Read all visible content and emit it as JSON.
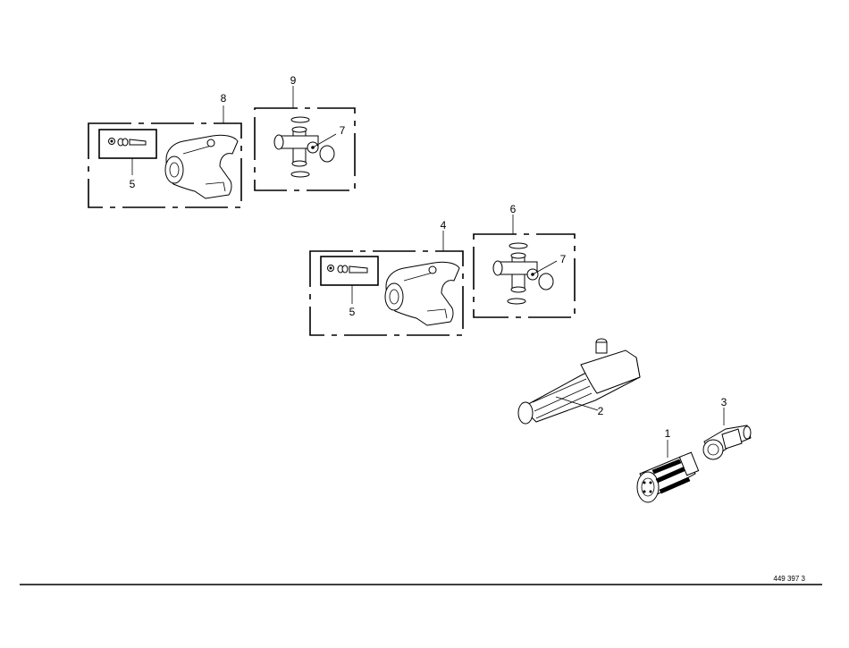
{
  "callouts": {
    "c1": "1",
    "c2": "2",
    "c3": "3",
    "c4": "4",
    "c5a": "5",
    "c5b": "5",
    "c6": "6",
    "c7a": "7",
    "c7b": "7",
    "c8": "8",
    "c9": "9"
  },
  "reference_number": "449 397 3"
}
